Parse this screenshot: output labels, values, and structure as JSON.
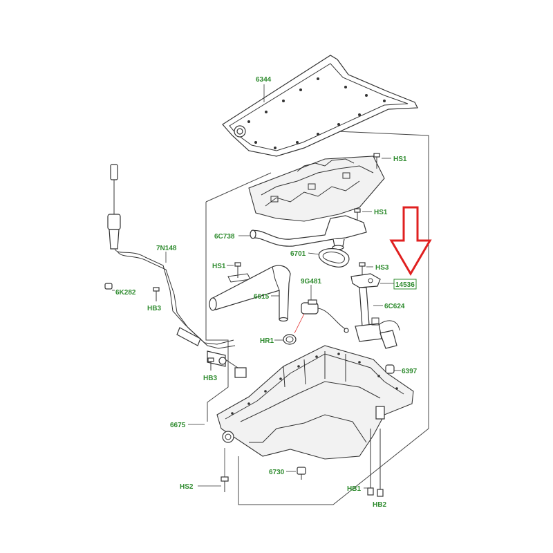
{
  "diagram": {
    "colors": {
      "label": "#2e8b2e",
      "line": "#333333",
      "arrow": "#e02020",
      "highlight_box": "#2e8b2e"
    },
    "callouts": {
      "gasket_6344": "6344",
      "hs1_top": "HS1",
      "hs1_mid": "HS1",
      "hs1_left": "HS1",
      "pipe_6c738": "6C738",
      "gasket_6701": "6701",
      "hs3": "HS3",
      "highlight_14536": "14536",
      "tube_6615": "6615",
      "valve_9g481": "9G481",
      "sensor_6c624": "6C624",
      "oring_hr1": "HR1",
      "sensor_7n148": "7N148",
      "clip_6k282": "6K282",
      "hb3_upper": "HB3",
      "hb3_lower": "HB3",
      "plug_6397": "6397",
      "sump_6675": "6675",
      "plug_6730": "6730",
      "hs2": "HS2",
      "hb1": "HB1",
      "hb2": "HB2"
    },
    "arrow_icon": "down-arrow-icon"
  }
}
